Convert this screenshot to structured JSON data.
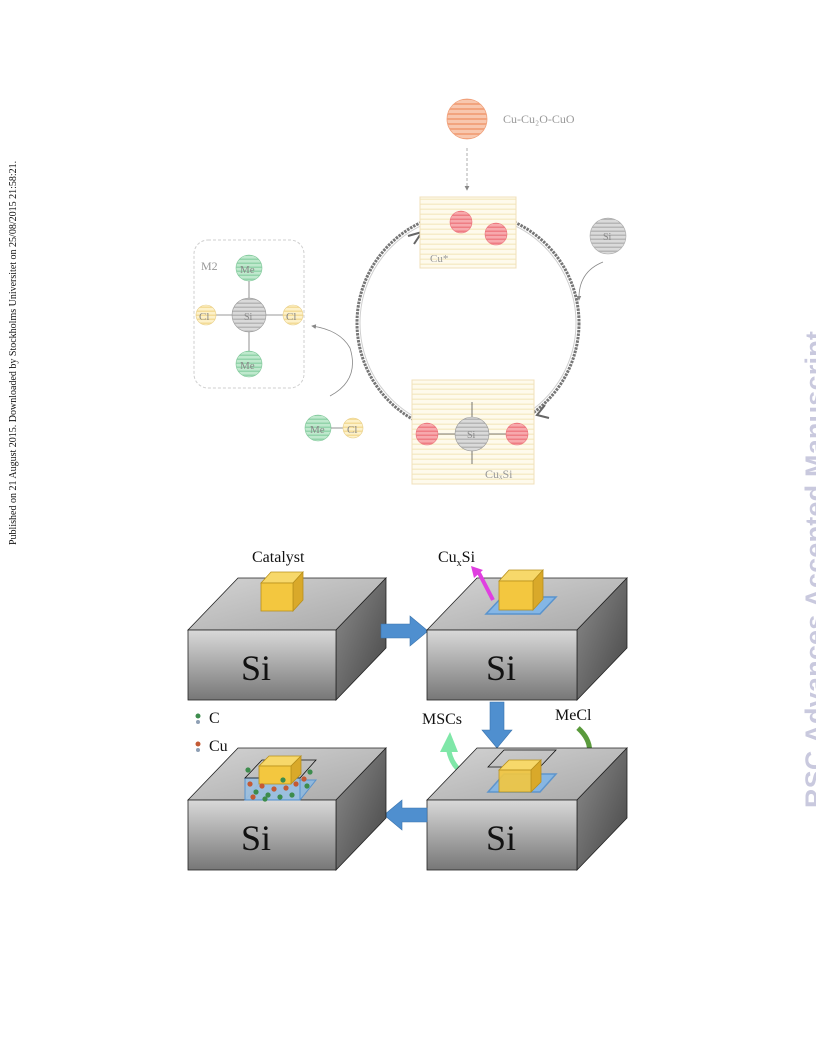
{
  "side_note": "Published on 21 August 2015. Downloaded by Stockholms Universitet on 25/08/2015 21:58:21.",
  "watermark": "RSC Advances Accepted Manuscript",
  "cycle": {
    "source_label": "Cu-Cu₂O-CuO",
    "cu_star_label": "Cu*",
    "si_label": "Si",
    "cuxsi_label": "CuₓSi",
    "cuxsi_center_label": "Si",
    "m2_label": "M2",
    "m2_me_top": "Me",
    "m2_me_bottom": "Me",
    "m2_cl_left": "Cl",
    "m2_cl_right": "Cl",
    "m2_si": "Si",
    "mecl_me": "Me",
    "mecl_cl": "Cl"
  },
  "process": {
    "catalyst_label": "Catalyst",
    "cuxsi_label_main": "Cu",
    "cuxsi_label_sub": "x",
    "cuxsi_label_tail": "Si",
    "block_label": "Si",
    "mscs_label": "MSCs",
    "mecl_label": "MeCl",
    "legend_c": "C",
    "legend_cu": "Cu"
  },
  "colors": {
    "copper_orange": "#f6b99b",
    "cu_red": "#f4949a",
    "si_gray": "#cfcfcf",
    "me_green": "#a9dfbc",
    "cl_yellow": "#fbeab0",
    "panel_bg": "#fdf8e6",
    "arrow_blue": "#4f8fcf",
    "catalyst_gold": "#f3c73f",
    "mscs_green": "#7fe7a8",
    "mecl_green": "#5a9a3c",
    "cuxsi_magenta": "#e03fe0"
  }
}
